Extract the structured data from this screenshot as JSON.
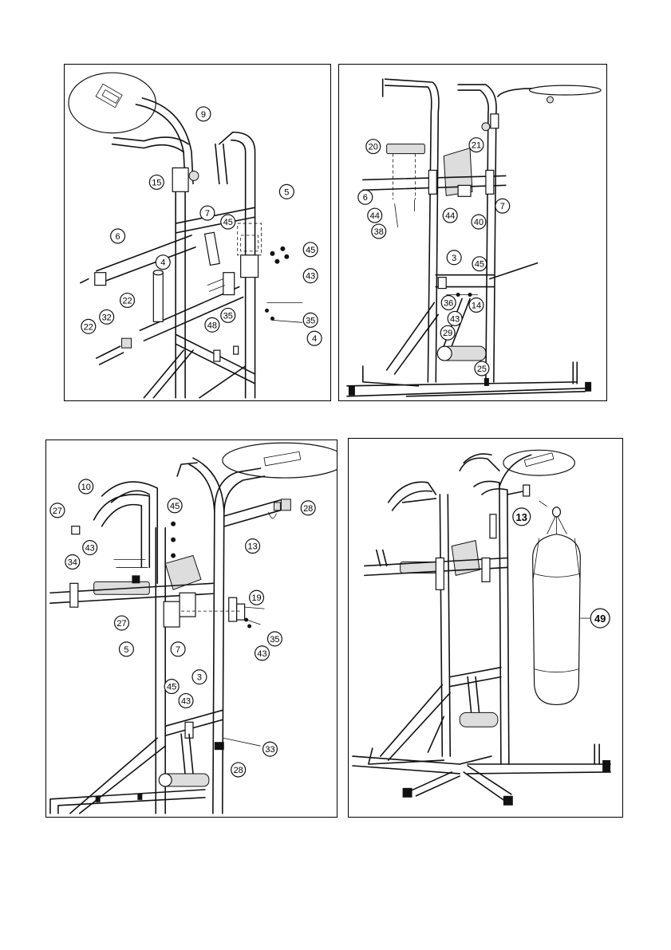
{
  "panels": [
    {
      "id": "step1",
      "callouts": [
        "9",
        "15",
        "5",
        "7",
        "45",
        "6",
        "45",
        "4",
        "43",
        "22",
        "35",
        "48",
        "35",
        "22",
        "32",
        "4"
      ]
    },
    {
      "id": "step2",
      "callouts": [
        "20",
        "21",
        "6",
        "44",
        "40",
        "7",
        "44",
        "38",
        "3",
        "45",
        "36",
        "43",
        "14",
        "29",
        "25"
      ]
    },
    {
      "id": "step3",
      "callouts": [
        "10",
        "45",
        "28",
        "27",
        "43",
        "13",
        "34",
        "19",
        "27",
        "35",
        "5",
        "7",
        "43",
        "3",
        "45",
        "43",
        "33",
        "28"
      ]
    },
    {
      "id": "step4",
      "callouts": [
        "13",
        "49"
      ]
    }
  ],
  "colors": {
    "line": "#111111",
    "background": "#ffffff",
    "shade": "#dddddd"
  }
}
